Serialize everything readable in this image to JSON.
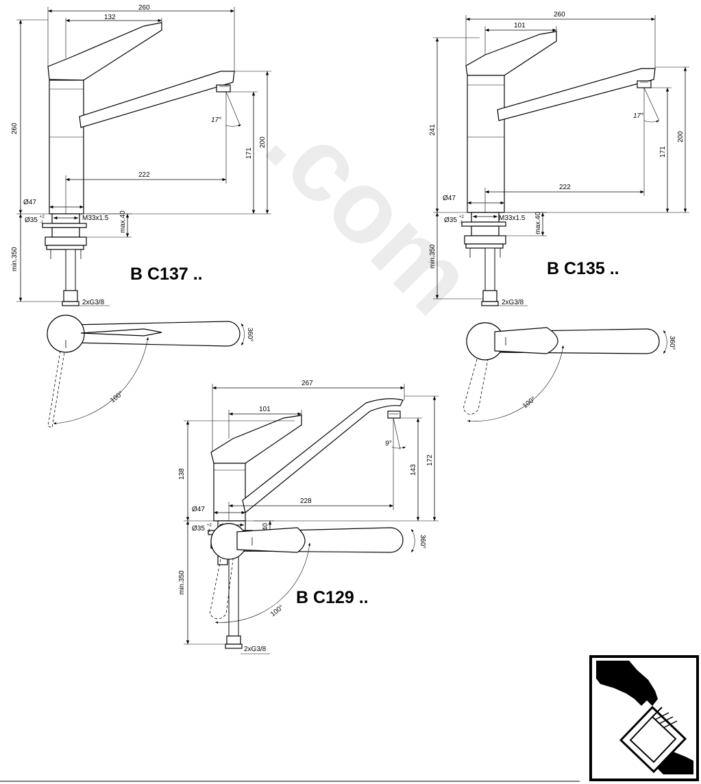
{
  "drawings": [
    {
      "model": "B C137 ..",
      "dims": {
        "overall_width": "260",
        "lever_length": "132",
        "height": "260",
        "spout_height": "200",
        "outlet_height": "171",
        "reach": "222",
        "spout_angle": "17°",
        "body_diameter": "Ø47",
        "hole_diameter": "Ø35",
        "hole_tol_upper": "+2",
        "hole_tol_lower": "-1",
        "thread": "M33x1.5",
        "deck_thickness": "max.40",
        "hose_length": "min.350",
        "connection": "2xG3/8",
        "rotation": "360°",
        "lever_angle": "100°"
      }
    },
    {
      "model": "B C135 ..",
      "dims": {
        "overall_width": "260",
        "lever_length": "101",
        "height": "241",
        "spout_height": "200",
        "outlet_height": "171",
        "reach": "222",
        "spout_angle": "17°",
        "body_diameter": "Ø47",
        "hole_diameter": "Ø35",
        "hole_tol_upper": "+2",
        "hole_tol_lower": "-1",
        "thread": "M33x1.5",
        "deck_thickness": "max.40",
        "hose_length": "min.350",
        "connection": "2xG3/8",
        "rotation": "360°",
        "lever_angle": "100°"
      }
    },
    {
      "model": "B C129 ..",
      "dims": {
        "overall_width": "267",
        "lever_length": "101",
        "height": "138",
        "spout_height": "172",
        "outlet_height": "143",
        "reach": "228",
        "spout_angle": "9°",
        "body_diameter": "Ø47",
        "hole_diameter": "Ø35",
        "hole_tol_upper": "+2",
        "hole_tol_lower": "-1",
        "deck_thickness": "max.40",
        "hose_length": "min.350",
        "connection": "2xG3/8",
        "rotation": "360°",
        "lever_angle": "100°"
      }
    }
  ],
  "icons": {
    "installation": "hands-exchanging-manual-icon"
  }
}
